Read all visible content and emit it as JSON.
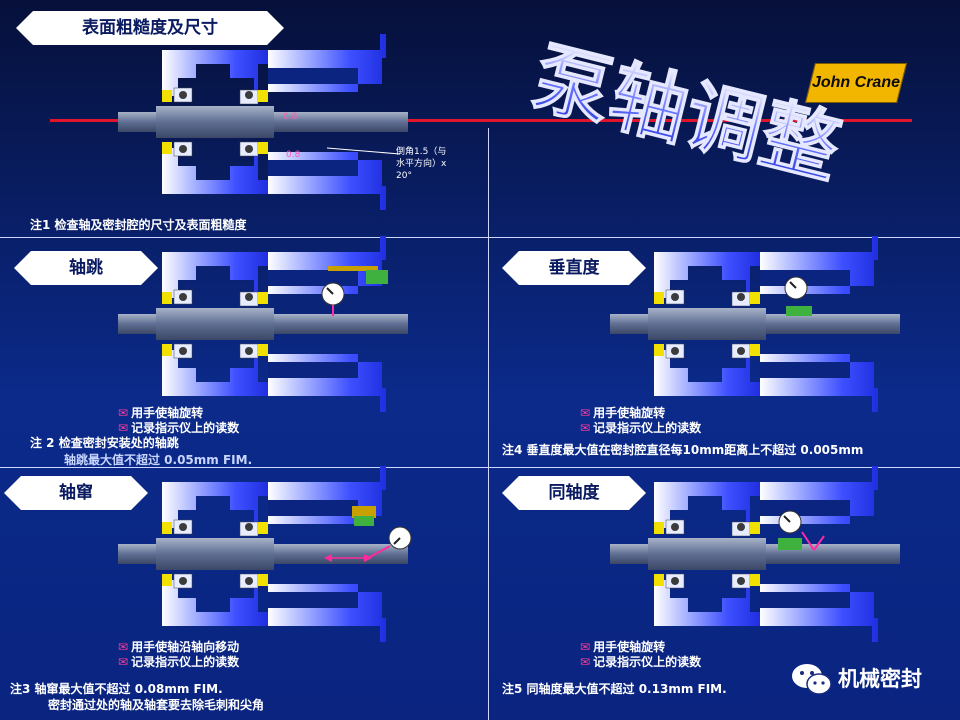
{
  "main_title": "泵轴调整",
  "brand": "John Crane",
  "sections": {
    "surface": {
      "label": "表面粗糙度及尺寸",
      "note": "注1  检查轴及密封腔的尺寸及表面粗糙度",
      "roughness_a": "0.8",
      "roughness_b": "0.8",
      "chamfer_line1": "倒角1.5（与",
      "chamfer_line2": "水平方向）x",
      "chamfer_line3": "20°"
    },
    "runout": {
      "label": "轴跳",
      "bullets": [
        "用手使轴旋转",
        "记录指示仪上的读数"
      ],
      "note_line1": "注 2  检查密封安装处的轴跳",
      "note_line2": "轴跳最大值不超过 0.05mm FIM."
    },
    "perpendicularity": {
      "label": "垂直度",
      "bullets": [
        "用手使轴旋转",
        "记录指示仪上的读数"
      ],
      "note": "注4  垂直度最大值在密封腔直径每10mm距离上不超过 0.005mm"
    },
    "endplay": {
      "label": "轴窜",
      "bullets": [
        "用手使轴沿轴向移动",
        "记录指示仪上的读数"
      ],
      "note_line1": "注3    轴窜最大值不超过 0.08mm FIM.",
      "note_line2": "密封通过处的轴及轴套要去除毛刺和尖角"
    },
    "concentricity": {
      "label": "同轴度",
      "bullets": [
        "用手使轴旋转",
        "记录指示仪上的读数"
      ],
      "note": "注5  同轴度最大值不超过 0.13mm FIM."
    }
  },
  "watermark": "机械密封",
  "icons": {
    "bullet": "envelope-icon",
    "dial": "dial-indicator-icon",
    "wechat": "wechat-icon"
  },
  "colors": {
    "background": "#0b2a8a",
    "label_fill": "#ffffff",
    "red_line": "#e0142a",
    "housing": "#7f8cff",
    "shaft": "#5f6f93",
    "bearing": "#f2e000",
    "brand_badge": "#f2b500"
  }
}
